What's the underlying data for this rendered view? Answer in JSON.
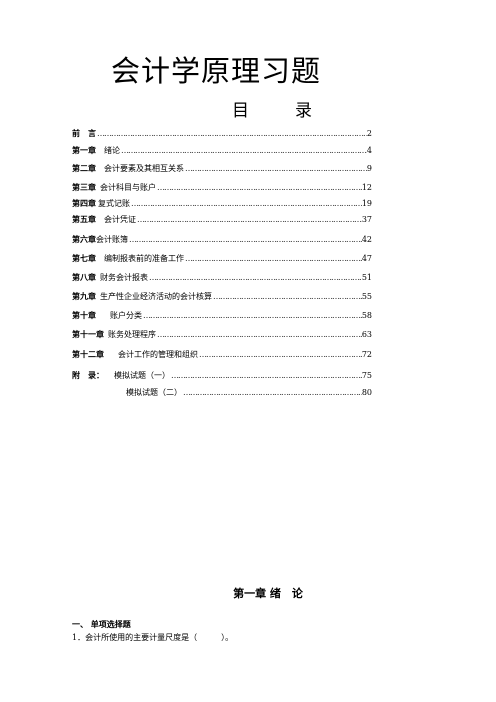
{
  "document": {
    "title": "会计学原理习题",
    "toc_heading_left": "目",
    "toc_heading_right": "录"
  },
  "toc": [
    {
      "label": "前　言",
      "title": "",
      "page": "2"
    },
    {
      "label": "第一章",
      "title": "绪论",
      "page": "4"
    },
    {
      "label": "第二章",
      "title": "会计要素及其相互关系",
      "page": "9"
    },
    {
      "label": "第三章",
      "title": "会计科目与账户",
      "page": "12"
    },
    {
      "label": "第四章",
      "title": "复式记账",
      "page": "19"
    },
    {
      "label": "第五章",
      "title": "会计凭证",
      "page": "37"
    },
    {
      "label": "第六章",
      "title": "会计账簿",
      "page": "42"
    },
    {
      "label": "第七章",
      "title": "编制报表前的准备工作",
      "page": "47"
    },
    {
      "label": "第八章",
      "title": "财务会计报表",
      "page": "51"
    },
    {
      "label": "第九章",
      "title": "生产性企业经济活动的会计核算",
      "page": "55"
    },
    {
      "label": "第十章",
      "title": "账户分类",
      "page": "58"
    },
    {
      "label": "第十一章",
      "title": "账务处理程序",
      "page": "63"
    },
    {
      "label": "第十二章",
      "title": "会计工作的管理和组织",
      "page": "72"
    },
    {
      "label": "附　录：",
      "title": "模拟试题（一）",
      "page": "75"
    },
    {
      "label": "",
      "title": "模拟试题（二）",
      "page": "80"
    }
  ],
  "chapter": {
    "heading_left": "第一章 绪",
    "heading_right": "论"
  },
  "section": {
    "heading": "一、 单项选择题"
  },
  "questions": [
    {
      "text": "1．会计所使用的主要计量尺度是（　　　）。"
    }
  ]
}
